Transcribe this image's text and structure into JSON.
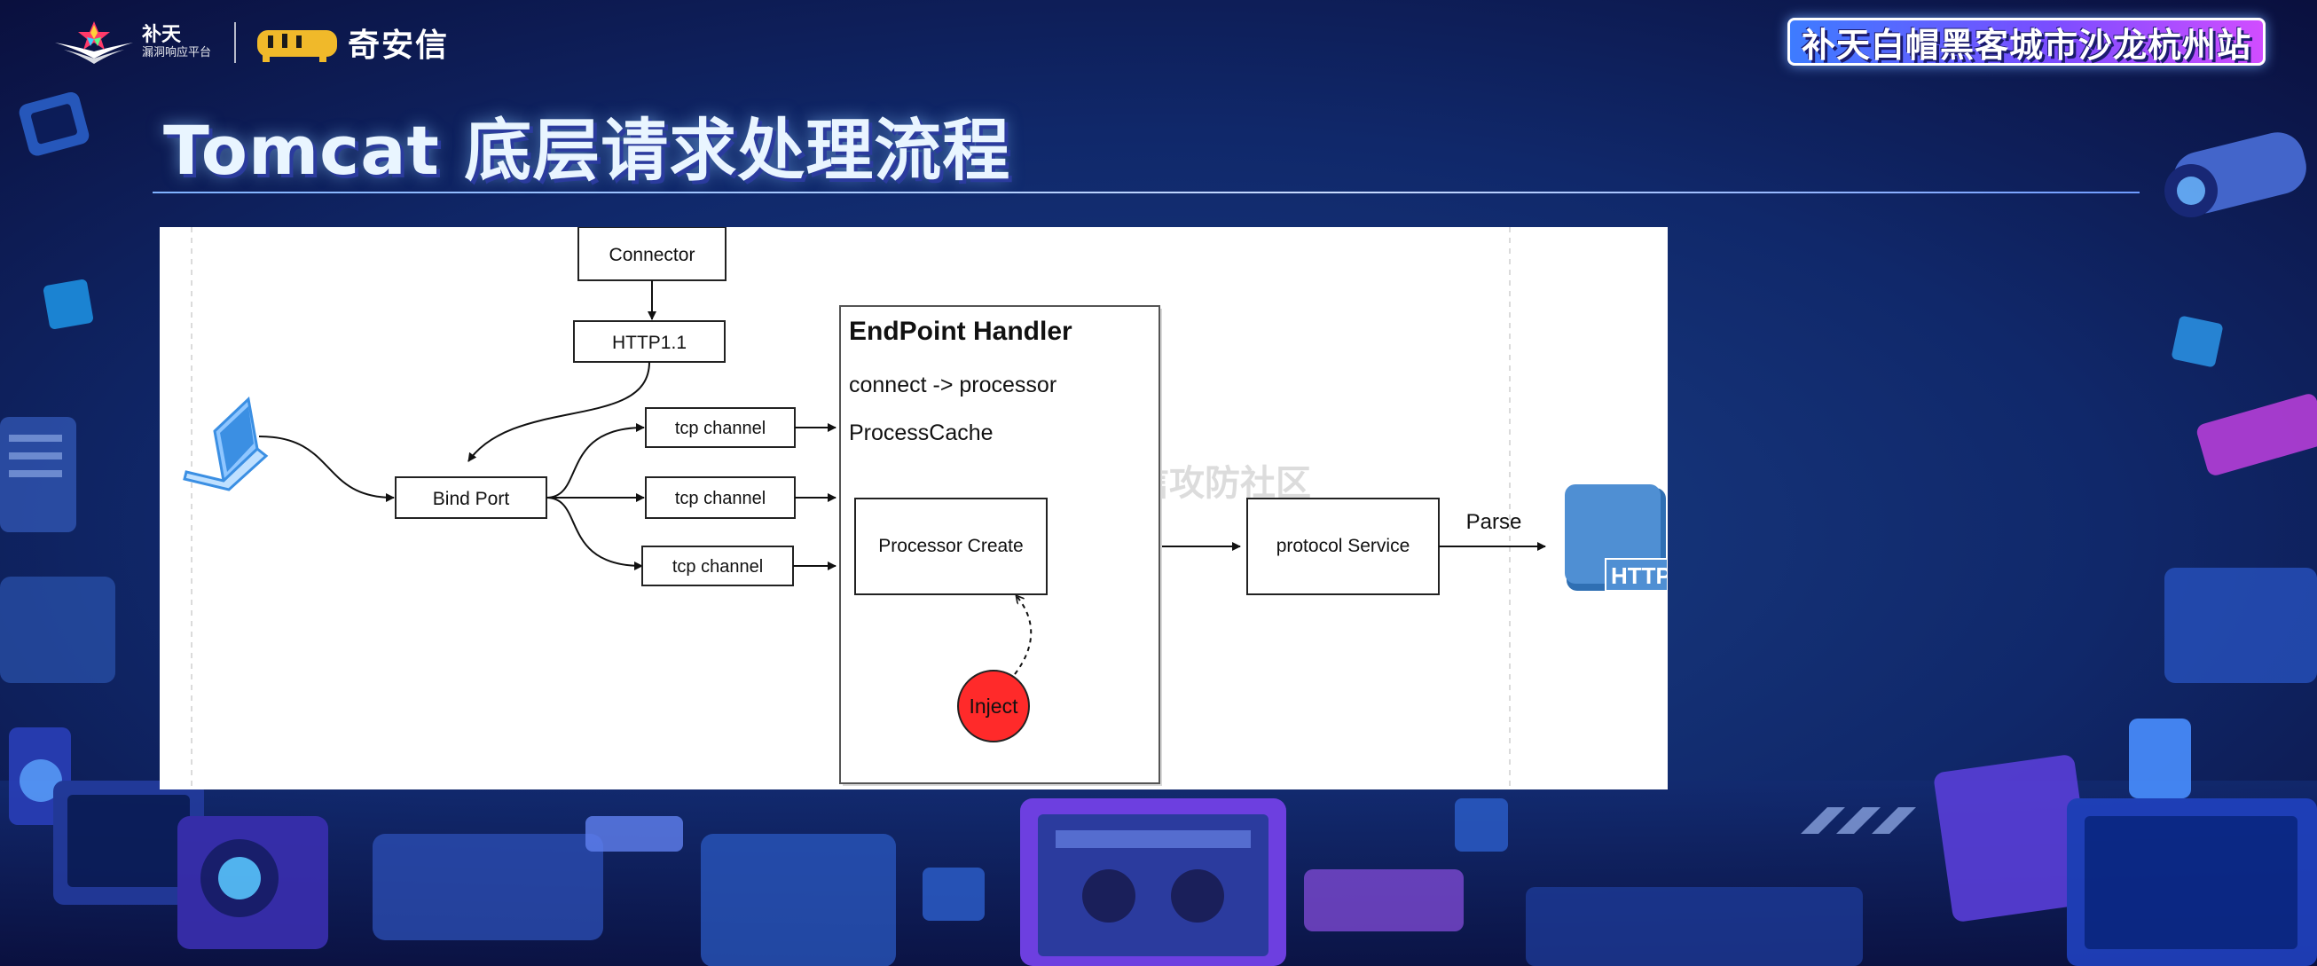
{
  "header": {
    "brand_main": "补天",
    "brand_sub": "漏洞响应平台",
    "partner": "奇安信",
    "event": "补天白帽黑客城市沙龙杭州站"
  },
  "slide": {
    "title": "Tomcat 底层请求处理流程"
  },
  "diagram": {
    "connector": "Connector",
    "http11": "HTTP1.1",
    "bind_port": "Bind Port",
    "tcp_channels": [
      "tcp channel",
      "tcp channel",
      "tcp channel"
    ],
    "endpoint_title": "EndPoint Handler",
    "endpoint_line1": "connect -> processor",
    "endpoint_line2": "ProcessCache",
    "processor_create": "Processor Create",
    "inject": "Inject",
    "protocol_service": "protocol Service",
    "parse": "Parse",
    "http_badge": "HTTP",
    "watermark": "奇安信攻防社区"
  },
  "colors": {
    "inject_fill": "#ff2a2a",
    "http_block": "#4f8fd3",
    "laptop": "#3b8fe3"
  }
}
